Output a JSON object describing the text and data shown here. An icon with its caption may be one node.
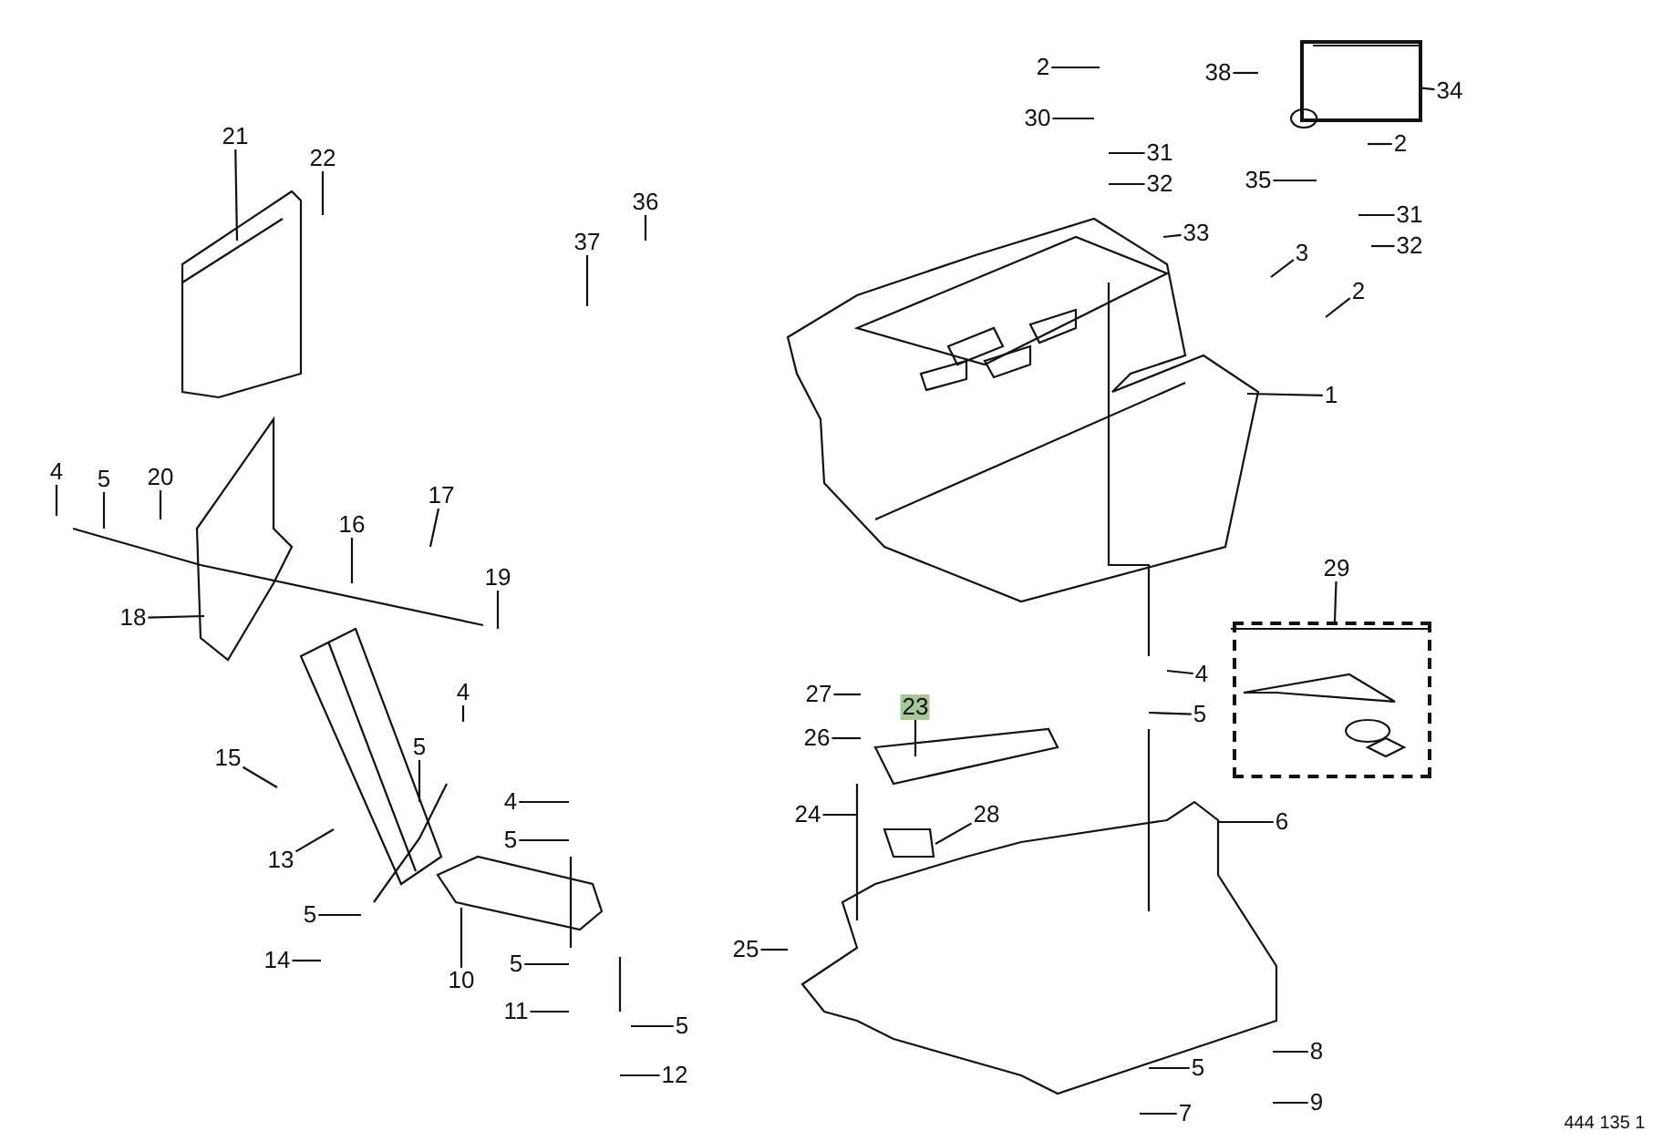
{
  "diagram": {
    "nodes": [
      {
        "text": [
          "2"
        ]
      },
      {
        "text": [
          "38"
        ]
      },
      {
        "text": [
          "34"
        ]
      },
      {
        "text": [],
        "shape": "box"
      },
      {
        "text": [
          "30"
        ]
      },
      {
        "text": [
          "2"
        ]
      },
      {
        "text": [
          "31"
        ]
      },
      {
        "text": [
          "35"
        ]
      },
      {
        "text": [
          "32"
        ]
      },
      {
        "text": [
          "31"
        ]
      },
      {
        "text": [
          "33"
        ]
      },
      {
        "text": [
          "32"
        ]
      },
      {
        "text": [
          "3"
        ]
      },
      {
        "text": [
          "2"
        ]
      },
      {
        "text": [
          "1"
        ]
      },
      {
        "text": [
          "21"
        ]
      },
      {
        "text": [
          "22"
        ]
      },
      {
        "text": [
          "36"
        ]
      },
      {
        "text": [
          "37"
        ]
      },
      {
        "text": [
          "4"
        ]
      },
      {
        "text": [
          "5"
        ]
      },
      {
        "text": [
          "20"
        ]
      },
      {
        "text": [
          "17"
        ]
      },
      {
        "text": [
          "16"
        ]
      },
      {
        "text": [
          "19"
        ]
      },
      {
        "text": [
          "18"
        ]
      },
      {
        "text": [
          "29"
        ]
      },
      {
        "text": [],
        "shape": "box"
      },
      {
        "text": [
          "4"
        ]
      },
      {
        "text": [
          "27"
        ]
      },
      {
        "text": [
          "4"
        ]
      },
      {
        "text": [
          "23"
        ]
      },
      {
        "text": [
          "5"
        ]
      },
      {
        "text": [
          "26"
        ]
      },
      {
        "text": [
          "5"
        ]
      },
      {
        "text": [
          "15"
        ]
      },
      {
        "text": [
          "24"
        ]
      },
      {
        "text": [
          "6"
        ]
      },
      {
        "text": [
          "28"
        ]
      },
      {
        "text": [
          "4"
        ]
      },
      {
        "text": [
          "5"
        ]
      },
      {
        "text": [
          "13"
        ]
      },
      {
        "text": [
          "5"
        ]
      },
      {
        "text": [
          "10"
        ]
      },
      {
        "text": [
          "25"
        ]
      },
      {
        "text": [
          "14"
        ]
      },
      {
        "text": [
          "5"
        ]
      },
      {
        "text": [
          "11"
        ]
      },
      {
        "text": [
          "5"
        ]
      },
      {
        "text": [
          "8"
        ]
      },
      {
        "text": [
          "5"
        ]
      },
      {
        "text": [
          "12"
        ]
      },
      {
        "text": [
          "9"
        ]
      },
      {
        "text": [
          "7"
        ]
      }
    ],
    "edges": [
      {
        "from": 0,
        "to": null,
        "arrow": "none"
      },
      {
        "from": 1,
        "to": null,
        "arrow": "none"
      },
      {
        "from": 2,
        "to": 3,
        "arrow": "none"
      },
      {
        "from": 4,
        "to": null,
        "arrow": "none"
      },
      {
        "from": 5,
        "to": null,
        "arrow": "none"
      },
      {
        "from": 6,
        "to": null,
        "arrow": "none"
      },
      {
        "from": 7,
        "to": null,
        "arrow": "none"
      },
      {
        "from": 8,
        "to": null,
        "arrow": "none"
      },
      {
        "from": 9,
        "to": null,
        "arrow": "none"
      },
      {
        "from": 10,
        "to": null,
        "arrow": "none"
      },
      {
        "from": 11,
        "to": null,
        "arrow": "none"
      },
      {
        "from": 12,
        "to": null,
        "arrow": "none"
      },
      {
        "from": 13,
        "to": null,
        "arrow": "none"
      },
      {
        "from": 14,
        "to": null,
        "arrow": "none"
      },
      {
        "from": 15,
        "to": null,
        "arrow": "none"
      },
      {
        "from": 16,
        "to": null,
        "arrow": "none"
      },
      {
        "from": 17,
        "to": null,
        "arrow": "none"
      },
      {
        "from": 18,
        "to": null,
        "arrow": "none"
      },
      {
        "from": 19,
        "to": null,
        "arrow": "none"
      },
      {
        "from": 20,
        "to": null,
        "arrow": "none"
      },
      {
        "from": 21,
        "to": null,
        "arrow": "none"
      },
      {
        "from": 22,
        "to": null,
        "arrow": "none"
      },
      {
        "from": 23,
        "to": null,
        "arrow": "none"
      },
      {
        "from": 24,
        "to": null,
        "arrow": "none"
      },
      {
        "from": 25,
        "to": null,
        "arrow": "none"
      },
      {
        "from": 26,
        "to": 27,
        "arrow": "none"
      },
      {
        "from": 28,
        "to": null,
        "arrow": "none"
      },
      {
        "from": 29,
        "to": null,
        "arrow": "none"
      },
      {
        "from": 30,
        "to": null,
        "arrow": "none"
      },
      {
        "from": 31,
        "to": null,
        "arrow": "none"
      },
      {
        "from": 32,
        "to": null,
        "arrow": "none"
      },
      {
        "from": 33,
        "to": null,
        "arrow": "none"
      },
      {
        "from": 34,
        "to": null,
        "arrow": "none"
      },
      {
        "from": 35,
        "to": null,
        "arrow": "none"
      },
      {
        "from": 36,
        "to": null,
        "arrow": "none"
      },
      {
        "from": 37,
        "to": null,
        "arrow": "none"
      },
      {
        "from": 38,
        "to": null,
        "arrow": "none"
      },
      {
        "from": 39,
        "to": null,
        "arrow": "none"
      },
      {
        "from": 40,
        "to": null,
        "arrow": "none"
      },
      {
        "from": 41,
        "to": null,
        "arrow": "none"
      },
      {
        "from": 42,
        "to": null,
        "arrow": "none"
      },
      {
        "from": 43,
        "to": null,
        "arrow": "none"
      },
      {
        "from": 44,
        "to": null,
        "arrow": "none"
      },
      {
        "from": 45,
        "to": null,
        "arrow": "none"
      },
      {
        "from": 46,
        "to": null,
        "arrow": "none"
      },
      {
        "from": 47,
        "to": null,
        "arrow": "none"
      },
      {
        "from": 48,
        "to": null,
        "arrow": "none"
      },
      {
        "from": 49,
        "to": null,
        "arrow": "none"
      },
      {
        "from": 50,
        "to": null,
        "arrow": "none"
      },
      {
        "from": 51,
        "to": null,
        "arrow": "none"
      },
      {
        "from": 52,
        "to": null,
        "arrow": "none"
      },
      {
        "from": 53,
        "to": null,
        "arrow": "none"
      }
    ],
    "labels": [
      "444 135 1"
    ]
  }
}
